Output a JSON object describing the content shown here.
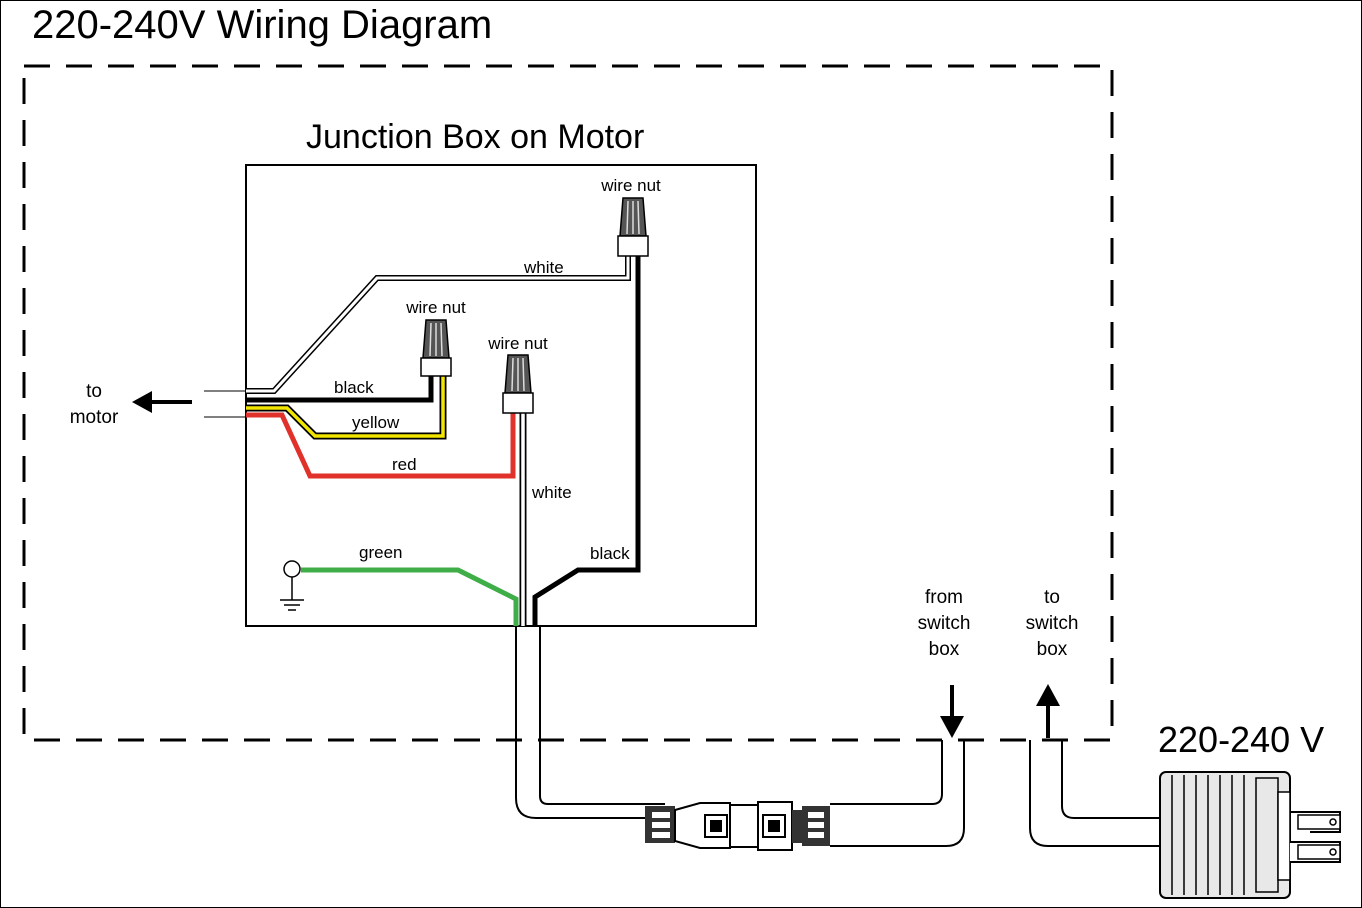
{
  "title": "220-240V Wiring Diagram",
  "junction_box_title": "Junction Box on Motor",
  "wire_nut_labels": [
    "wire nut",
    "wire nut",
    "wire nut"
  ],
  "wire_labels": {
    "white_top": "white",
    "black_motor": "black",
    "yellow": "yellow",
    "red": "red",
    "white_vertical": "white",
    "green": "green",
    "black_vertical": "black"
  },
  "to_motor": [
    "to",
    "motor"
  ],
  "from_switch_box": [
    "from",
    "switch",
    "box"
  ],
  "to_switch_box": [
    "to",
    "switch",
    "box"
  ],
  "voltage": "220-240 V",
  "colors": {
    "black": "#000000",
    "white_wire": "#ffffff",
    "yellow": "#f2e600",
    "red": "#e0312b",
    "green": "#3fae49",
    "plug_body": "#e8e8e8"
  }
}
